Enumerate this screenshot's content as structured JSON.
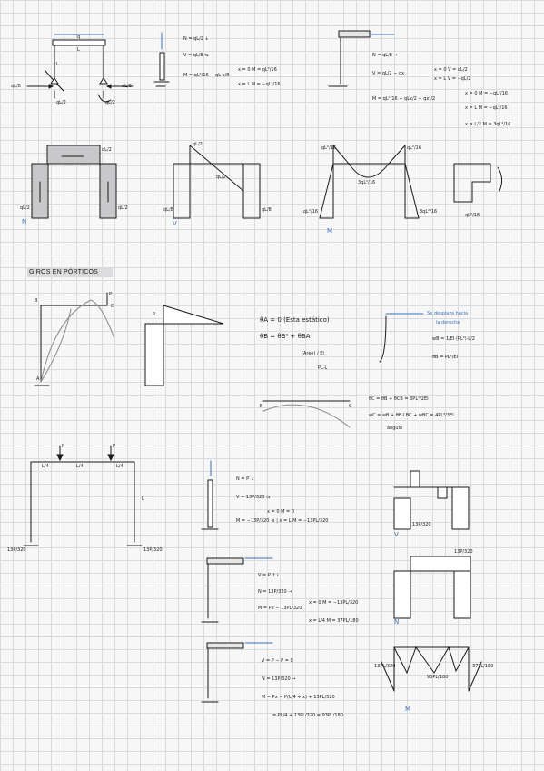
{
  "section_title": "GIROS EN PÓRTICOS",
  "colors": {
    "ink": "#1a1a1a",
    "accent_blue": "#3a6fb7",
    "shade": "#c8c8ca"
  },
  "frame1": {
    "load": "q",
    "span": "L",
    "height": "L",
    "react_left_h": "qL/8",
    "react_right_h": "qL/8",
    "react_left_v": "qL/2",
    "react_right_v": "qL/2",
    "eq1": "N = qL/2 ↓",
    "eq2": "V = qL/8 ⇆",
    "eq3": "M = qL²/16 − qL x/8",
    "eq4": "x = 0   M = qL²/16",
    "eq5": "x = L   M = −qL²/16",
    "eq6": "N = qL/8 →",
    "eq7": "V = qL/2 − qx",
    "eq8": "x = 0  V = qL/2",
    "eq9": "x = L  V = −qL/2",
    "eq10": "M = qL²/16 + qLx/2 − qx²/2",
    "eq11": "x = 0   M = −qL²/16",
    "eq12": "x = L   M = −qL²/16",
    "eq13": "x = L/2   M = 3qL²/16",
    "diag_N": "N",
    "diag_V": "V",
    "diag_M": "M",
    "lbl_ql2": "qL/2",
    "lbl_ql8": "qL/8",
    "lbl_ql16": "qL²/16",
    "lbl_3ql16": "3qL²/16",
    "lbl_ql18": "qL²/18"
  },
  "giros": {
    "node_A": "A",
    "node_B": "B",
    "node_C": "C",
    "load_P": "P",
    "eq_thetaA": "θA = 0  (Esta estático)",
    "eq_thetaB": "θB = θB⁰ + θBA",
    "eq_thetaB2": "(Areo) / EI",
    "eq_pl": "PL·L",
    "note1": "Se desplaza hacia",
    "note2": "la derecha",
    "eq_wb": "wB = 1/EI (PL²)·L/2",
    "eq_thb": "θB = PL²/EI",
    "eq_thc": "θC = θB + θCB = 3PL²/2EI",
    "eq_wc": "wC = wB + θB·LBC + wBC = 4PL³/3EI",
    "angle_note": "ángulo"
  },
  "frame2": {
    "load_P1": "P",
    "load_P2": "P",
    "seg1": "L/4",
    "seg2": "L/4",
    "seg3": "L/4",
    "height": "L",
    "react_l": "13P/320",
    "react_r": "13P/320",
    "eq1": "N = P ↓",
    "eq2": "V = 13P/320 ⇆",
    "eq3": "x = 0  M = 0",
    "eq4": "M = −13P/320 ·x  | x = L  M = −13PL/320",
    "eq5": "V = P ↑↓",
    "eq6": "N = 13P/320 →",
    "eq7": "M = Px − 13PL/320",
    "eq8": "x = 0   M = −13PL/320",
    "eq9": "x = L/4   M = 37PL/180",
    "eq10": "V = P − P = 0",
    "eq11": "N = 13P/320 →",
    "eq12": "M = Px − P(L/4 + x) + 13PL/320",
    "eq13": "= PL/4 + 13PL/320 = 93PL/180",
    "diag_V": "V",
    "diag_N": "N",
    "diag_M": "M",
    "val_a": "13P/320",
    "val_b": "13PL/320",
    "val_c": "93PL/180",
    "val_d": "37PL/180"
  }
}
